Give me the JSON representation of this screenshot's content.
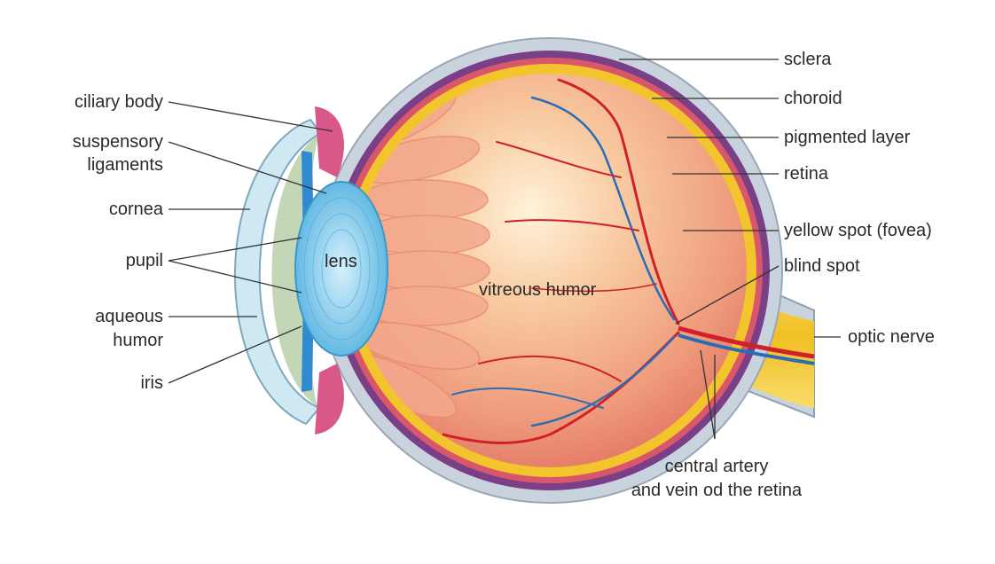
{
  "colors": {
    "background": "#ffffff",
    "label_text": "#2a2a2a",
    "leader_line": "#333333",
    "sclera": "#c9d3dd",
    "choroid": "#7a3f86",
    "pigmented_layer": "#d8576b",
    "retina": "#f2c52c",
    "vitreous": "#f6b98e",
    "artery": "#d0202a",
    "vein": "#2b6db5",
    "lens": "#8fd0ee",
    "cornea": "#cfe9f3",
    "optic_nerve": "#f4cc3a"
  },
  "labels": {
    "ciliary_body": "ciliary body",
    "suspensory_1": "suspensory",
    "suspensory_2": "ligaments",
    "cornea": "cornea",
    "pupil": "pupil",
    "aqueous_1": "aqueous",
    "aqueous_2": "humor",
    "iris": "iris",
    "lens": "lens",
    "vitreous": "vitreous humor",
    "sclera": "sclera",
    "choroid": "choroid",
    "pigmented": "pigmented layer",
    "retina": "retina",
    "fovea": "yellow spot (fovea)",
    "blind_spot": "blind spot",
    "optic_nerve": "optic nerve",
    "artery_1": "central artery",
    "artery_2": "and vein od the retina"
  }
}
